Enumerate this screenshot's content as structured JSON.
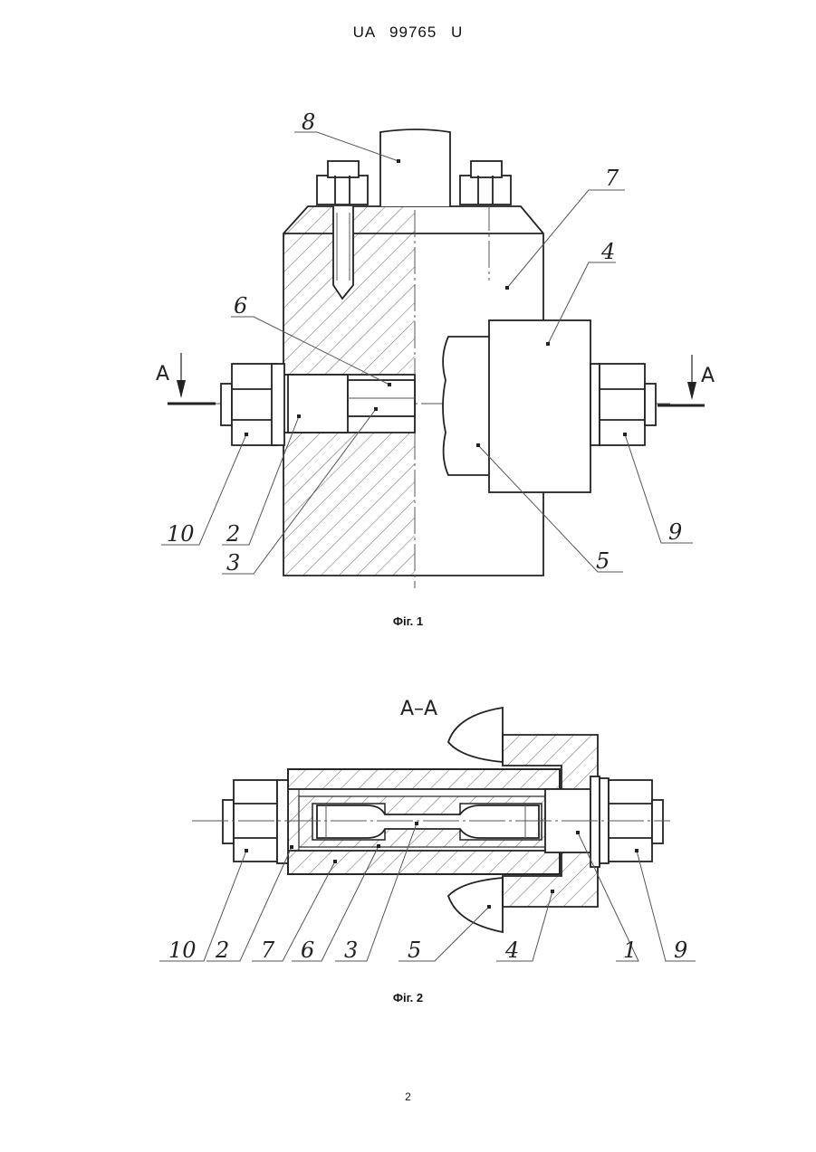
{
  "header": {
    "doc_number": "UA  99765  U"
  },
  "figure1": {
    "caption": "Фіг. 1",
    "section_mark": "A",
    "labels": [
      "8",
      "7",
      "6",
      "4",
      "10",
      "2",
      "3",
      "5",
      "9"
    ]
  },
  "figure2": {
    "caption": "Фіг. 2",
    "section_title": "А–А",
    "labels": [
      "10",
      "2",
      "7",
      "6",
      "3",
      "5",
      "4",
      "1",
      "9"
    ]
  },
  "page_number": "2"
}
